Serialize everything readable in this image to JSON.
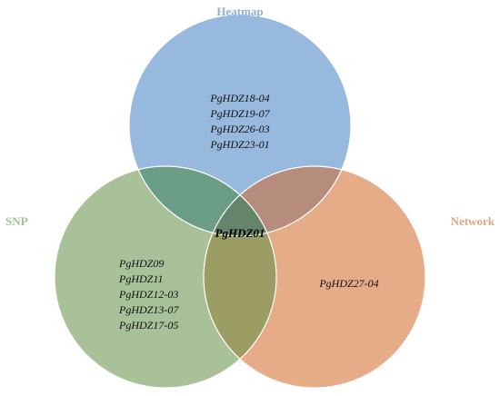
{
  "colors": {
    "heatmap": "#97b9de",
    "snp": "#a8c198",
    "network": "#e6ac87",
    "heatmap_snp": "#6a9c86",
    "heatmap_network": "#b68c7d",
    "snp_network": "#9b9d63",
    "center": "#64856a",
    "outline": "#ffffff"
  },
  "sets": {
    "heatmap": {
      "label": "Heatmap",
      "label_color": "#8eb0d6",
      "genes": [
        "PgHDZ18-04",
        "PgHDZ19-07",
        "PgHDZ26-03",
        "PgHDZ23-01"
      ]
    },
    "snp": {
      "label": "SNP",
      "label_color": "#a3bf94",
      "genes": [
        "PgHDZ09",
        "PgHDZ11",
        "PgHDZ12-03",
        "PgHDZ13-07",
        "PgHDZ17-05"
      ]
    },
    "network": {
      "label": "Network",
      "label_color": "#e4a57e",
      "genes": [
        "PgHDZ27-04"
      ]
    }
  },
  "intersection": {
    "all": [
      "PgHDZ01"
    ]
  }
}
